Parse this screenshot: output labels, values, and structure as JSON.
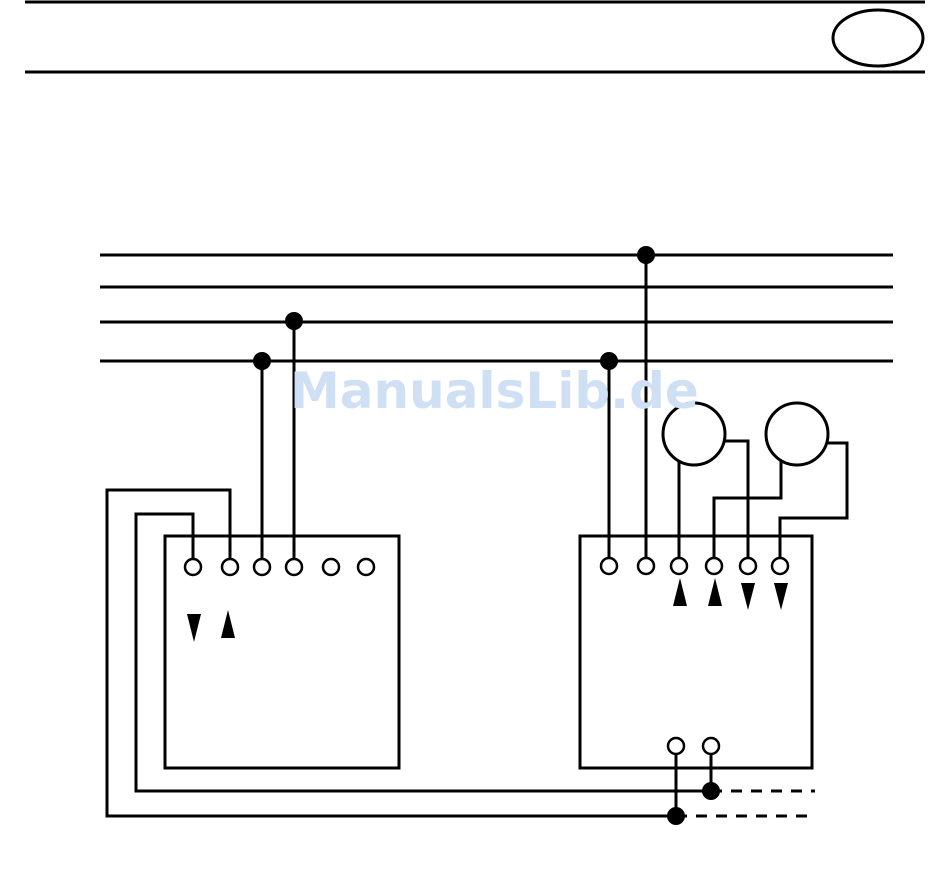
{
  "document": {
    "watermark": "ManualsLib.de"
  },
  "colors": {
    "ink": "#000000",
    "paper": "#ffffff",
    "watermark": "#cfe0f5"
  },
  "diagram": {
    "type": "wiring-schematic",
    "bus_lines": 4,
    "left_device": {
      "terminals": 6,
      "arrows": [
        "down",
        "up"
      ]
    },
    "right_device": {
      "terminals": 6,
      "bottom_terminals": 2,
      "arrows": [
        "up",
        "up",
        "down",
        "down"
      ]
    },
    "motors": 2
  }
}
